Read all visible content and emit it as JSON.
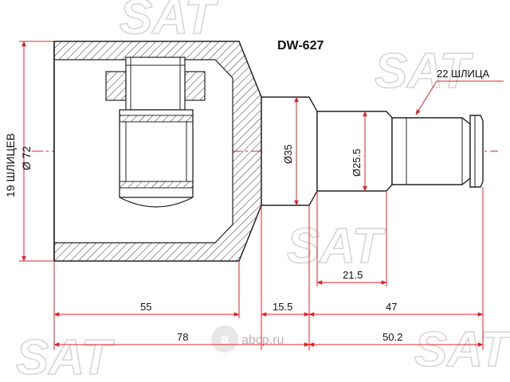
{
  "part_number": "DW-627",
  "watermarks": {
    "brand": "SAT",
    "site": "abcp.ru",
    "site_logo_letters": "a"
  },
  "labels": {
    "outer_splines": "19 ШЛИЦЕВ",
    "outer_diameter": "Ø 72",
    "diameter_35": "Ø35",
    "diameter_25_5": "Ø25.5",
    "inner_splines": "22 ШЛИЦА"
  },
  "dimensions": {
    "d_21_5": "21.5",
    "d_55": "55",
    "d_15_5": "15.5",
    "d_47": "47",
    "d_78": "78",
    "d_50_2": "50.2"
  },
  "colors": {
    "dimension_red": "#e0202a",
    "outline": "#222222",
    "centerline_red": "#e0202a",
    "watermark": "#d6d6d6"
  }
}
